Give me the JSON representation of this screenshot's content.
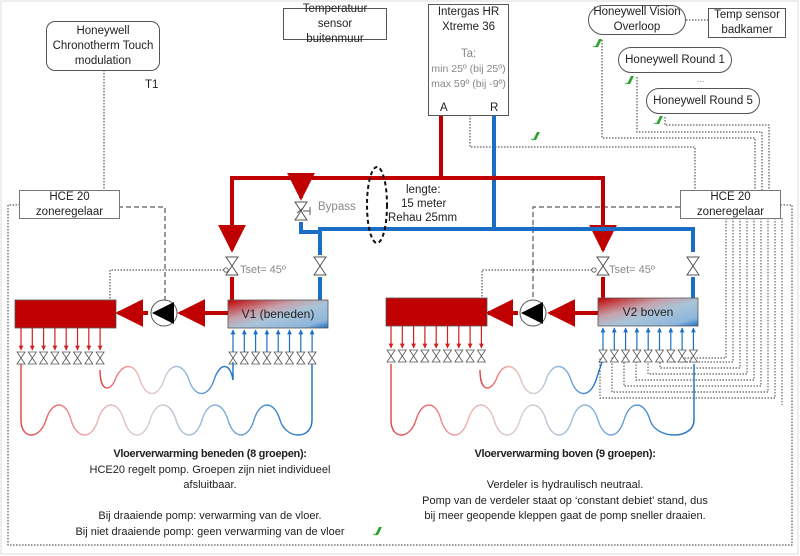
{
  "devices": {
    "chronotherm": {
      "line1": "Honeywell",
      "line2": "Chronotherm Touch",
      "line3": "modulation"
    },
    "t1_label": "T1",
    "outdoor_sensor": {
      "line1": "Temperatuur sensor",
      "line2": "buitenmuur"
    },
    "boiler": {
      "line1": "Intergas HR",
      "line2": "Xtreme 36",
      "ta_label": "Ta:",
      "min_line": "min 25º (bij 25º)",
      "max_line": "max 59º (bij -9º)",
      "port_supply": "A",
      "port_return": "R"
    },
    "vision": {
      "line1": "Honeywell Vision",
      "line2": "Overloop"
    },
    "temp_sensor_bath": {
      "line1": "Temp sensor",
      "line2": "badkamer"
    },
    "round1": "Honeywell Round 1",
    "round_ellipsis": "...",
    "round5": "Honeywell Round 5",
    "hce_left": {
      "line1": "HCE 20",
      "line2": "zoneregelaar"
    },
    "hce_right": {
      "line1": "HCE 20",
      "line2": "zoneregelaar"
    }
  },
  "piping": {
    "bypass_label": "Bypass",
    "length_line1": "lengte:",
    "length_line2": "15 meter",
    "length_line3": "Rehau 25mm",
    "tset_left": "Tset= 45º",
    "tset_right": "Tset= 45º"
  },
  "manifolds": {
    "v1": {
      "label": "V1 (beneden)",
      "groups": 8
    },
    "v2": {
      "label": "V2 boven",
      "groups": 9
    }
  },
  "notes": {
    "beneden": {
      "title": "Vloerverwarming beneden (8 groepen):",
      "line1": "HCE20 regelt pomp. Groepen zijn niet individueel",
      "line2": "afsluitbaar.",
      "line3": "Bij draaiende pomp: verwarming van de vloer.",
      "line4": "Bij niet draaiende pomp: geen verwarming van de vloer"
    },
    "boven": {
      "title": "Vloerverwarming boven (9 groepen):",
      "line1": "Verdeler is hydraulisch neutraal.",
      "line2": "Pomp van de verdeler staat op ‘constant debiet’ stand, dus",
      "line3": "bij meer geopende kleppen gaat de pomp sneller draaien."
    }
  },
  "colors": {
    "supply": "#c00000",
    "return": "#1a6fc4",
    "wireless": "#2ea32e"
  }
}
